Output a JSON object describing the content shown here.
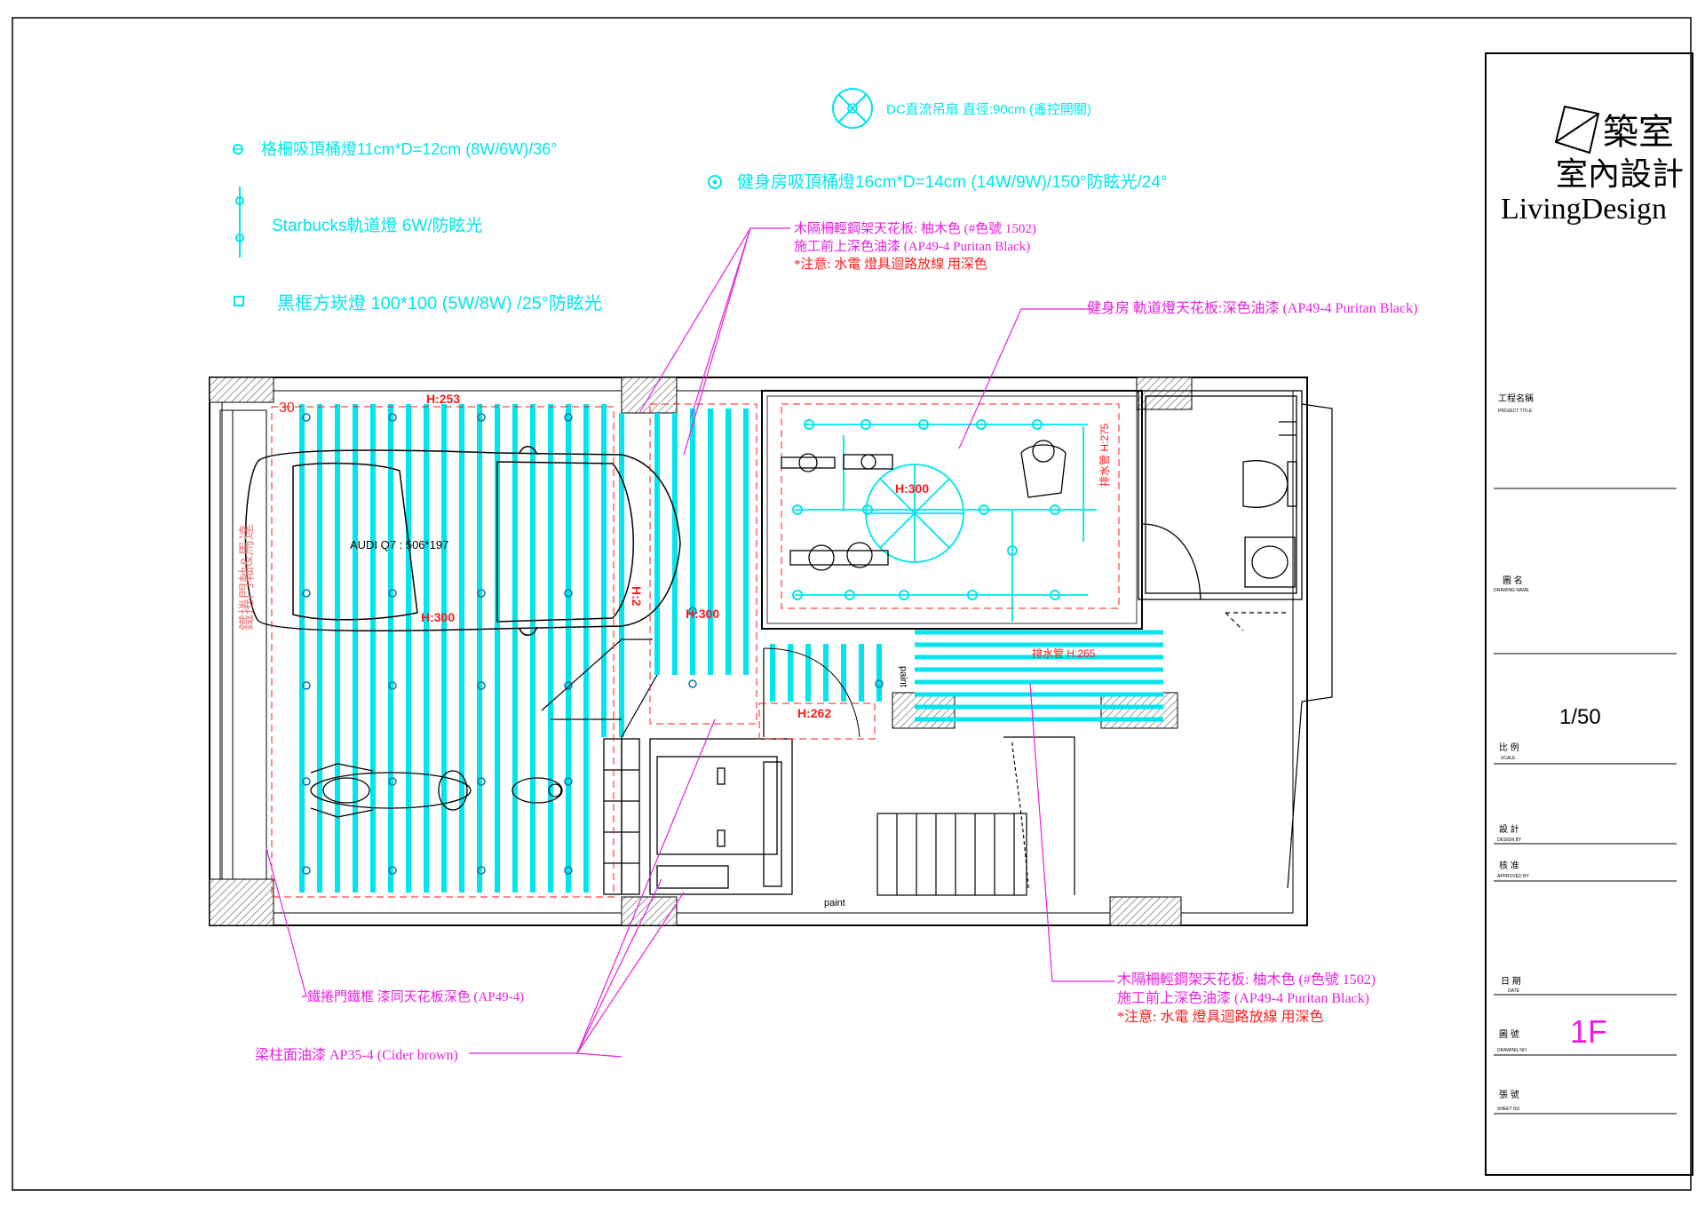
{
  "legend": {
    "grille_downlight": "格柵吸頂桶燈11cm*D=12cm (8W/6W)/36°",
    "track_light": "Starbucks軌道燈 6W/防眩光",
    "square_light": "黑框方崁燈 100*100 (5W/8W) /25°防眩光",
    "ceiling_fan": "DC直流吊扇 直徑:90cm (遙控開關)",
    "gym_downlight": "健身房吸頂桶燈16cm*D=14cm (14W/9W)/150°防眩光/24°"
  },
  "notes": {
    "ceiling_top_1": "木隔柵輕鋼架天花板: 柚木色 (#色號 1502)",
    "ceiling_top_2": "施工前上深色油漆 (AP49-4 Puritan Black)",
    "ceiling_top_3": "*注意: 水電 燈具迴路放線 用深色",
    "gym_ceiling": "健身房 軌道燈天花板:深色油漆 (AP49-4 Puritan Black)",
    "shutter_frame": "鐵捲門鐵框 漆同天花板深色 (AP49-4)",
    "column_paint": "梁柱面油漆 AP35-4 (Cider brown)",
    "ceiling_bottom_1": "木隔柵輕鋼架天花板: 柚木色 (#色號 1502)",
    "ceiling_bottom_2": "施工前上深色油漆 (AP49-4 Puritan Black)",
    "ceiling_bottom_3": "*注意: 水電 燈具迴路放線 用深色"
  },
  "plan_labels": {
    "h253": "H:253",
    "h300_garage": "H:300",
    "h300_mid": "H:300",
    "h300_gym": "H:300",
    "h262": "H:262",
    "h265": "排水管 H:265",
    "h275": "排水管 H:275",
    "h2": "H:2",
    "car": "AUDI Q7 : 506*197",
    "shutter": "鐵捲門軸&馬達",
    "paint_1": "paint",
    "paint_2": "paint",
    "dim_30": "30"
  },
  "title_block": {
    "logo_line1": "築室",
    "logo_line2": "室內設計",
    "logo_line3": "LivingDesign",
    "project_label": "工程名稱",
    "project_sub": "PROJECT TITLE",
    "drawing_label": "圖 名",
    "drawing_sub": "DRAWING NAME",
    "scale_value": "1/50",
    "scale_label": "比 例",
    "scale_sub": "SCALE",
    "design_label": "設 計",
    "design_sub": "DESIGN BY",
    "approved_label": "核 准",
    "approved_sub": "APPROVED BY",
    "date_label": "日 期",
    "date_sub": "DATE",
    "drawing_no_label": "圖 號",
    "drawing_no_sub": "DRAWING NO",
    "drawing_no": "1F",
    "sheet_label": "張 號",
    "sheet_sub": "SHEET NO"
  },
  "colors": {
    "cyan": "#00e5ee",
    "magenta": "#e81ee0",
    "red": "#ff1a1a",
    "black": "#000000"
  }
}
